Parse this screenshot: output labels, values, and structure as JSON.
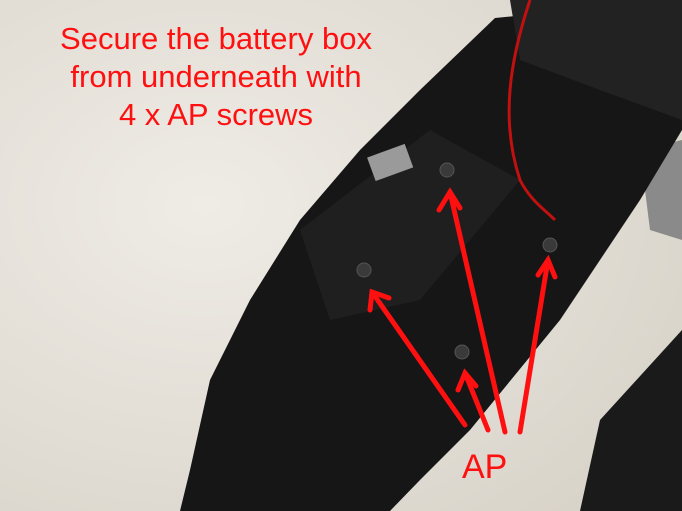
{
  "caption": {
    "line1": "Secure the battery box",
    "line2": "from underneath with",
    "line3": "4 x AP screws"
  },
  "label": "AP",
  "colors": {
    "annotation": "#ff1010",
    "plastic": "#141414",
    "background": "#e6e2da"
  }
}
